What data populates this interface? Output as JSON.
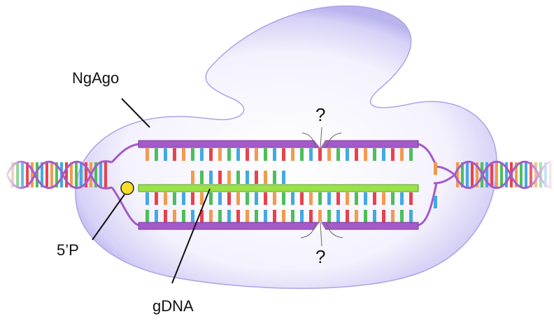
{
  "labels": {
    "protein": "NgAgo",
    "phosphate": "5’P",
    "guide": "gDNA",
    "question_top": "?",
    "question_bottom": "?"
  },
  "colors": {
    "protein_fill_center": "#ffffff",
    "protein_fill_edge": "#b9b3ee",
    "protein_outline": "#a59be8",
    "strand": "#a45ac9",
    "strand_outline": "#7b3aa0",
    "guide_strand": "#9be14a",
    "guide_outline": "#5aa326",
    "phosphate": "#f7dd28",
    "base_orange": "#f29a50",
    "base_green": "#4cbf5a",
    "base_blue": "#43a9e3",
    "base_red": "#e8424e"
  },
  "icons": [
    "cleavage-nick-icon",
    "dna-helix-icon",
    "phosphate-circle-icon"
  ]
}
